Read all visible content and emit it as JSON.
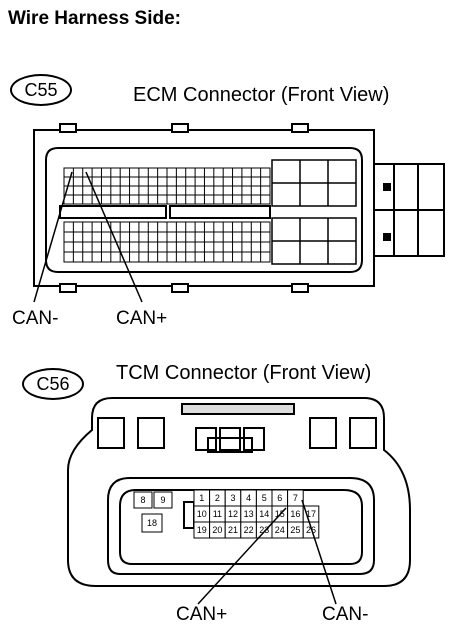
{
  "heading": "Wire Harness Side:",
  "ecm": {
    "code": "C55",
    "title": "ECM Connector (Front View)",
    "can_minus": "CAN-",
    "can_plus": "CAN+"
  },
  "tcm": {
    "code": "C56",
    "title": "TCM Connector (Front View)",
    "can_plus": "CAN+",
    "can_minus": "CAN-",
    "left_pins": [
      "8",
      "9",
      "18"
    ],
    "pins": [
      "1",
      "2",
      "3",
      "4",
      "5",
      "6",
      "7",
      "10",
      "11",
      "12",
      "13",
      "14",
      "15",
      "16",
      "17",
      "19",
      "20",
      "21",
      "22",
      "23",
      "24",
      "25",
      "26"
    ]
  }
}
